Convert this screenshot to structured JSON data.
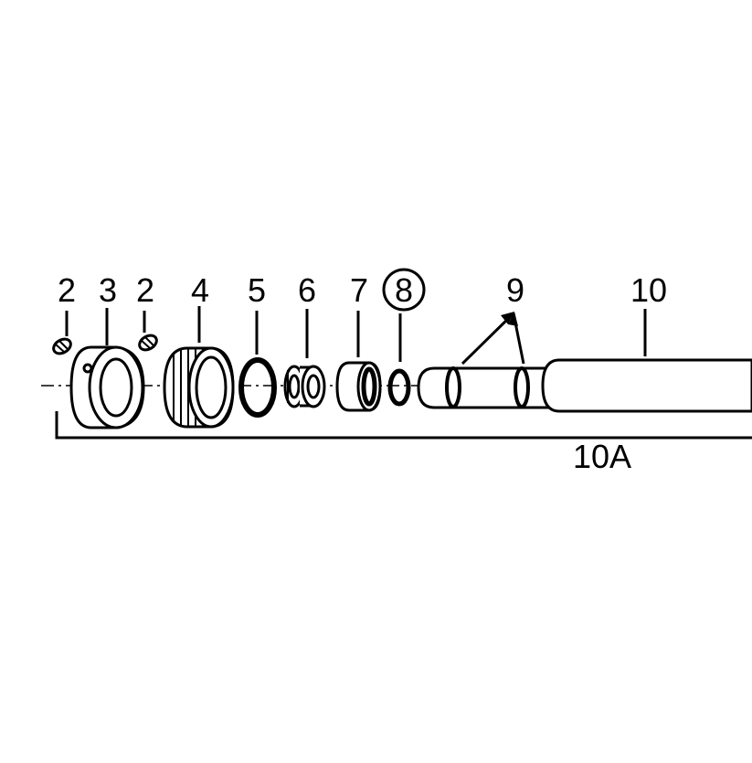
{
  "callouts": [
    {
      "id": "2a",
      "text": "2",
      "circled": false
    },
    {
      "id": "3",
      "text": "3",
      "circled": false
    },
    {
      "id": "2b",
      "text": "2",
      "circled": false
    },
    {
      "id": "4",
      "text": "4",
      "circled": false
    },
    {
      "id": "5",
      "text": "5",
      "circled": false
    },
    {
      "id": "6",
      "text": "6",
      "circled": false
    },
    {
      "id": "7",
      "text": "7",
      "circled": false
    },
    {
      "id": "8",
      "text": "8",
      "circled": true
    },
    {
      "id": "9",
      "text": "9",
      "circled": false
    },
    {
      "id": "10",
      "text": "10",
      "circled": false
    }
  ],
  "assembly_label": "10A",
  "colors": {
    "line": "#000000",
    "fill": "#ffffff"
  }
}
